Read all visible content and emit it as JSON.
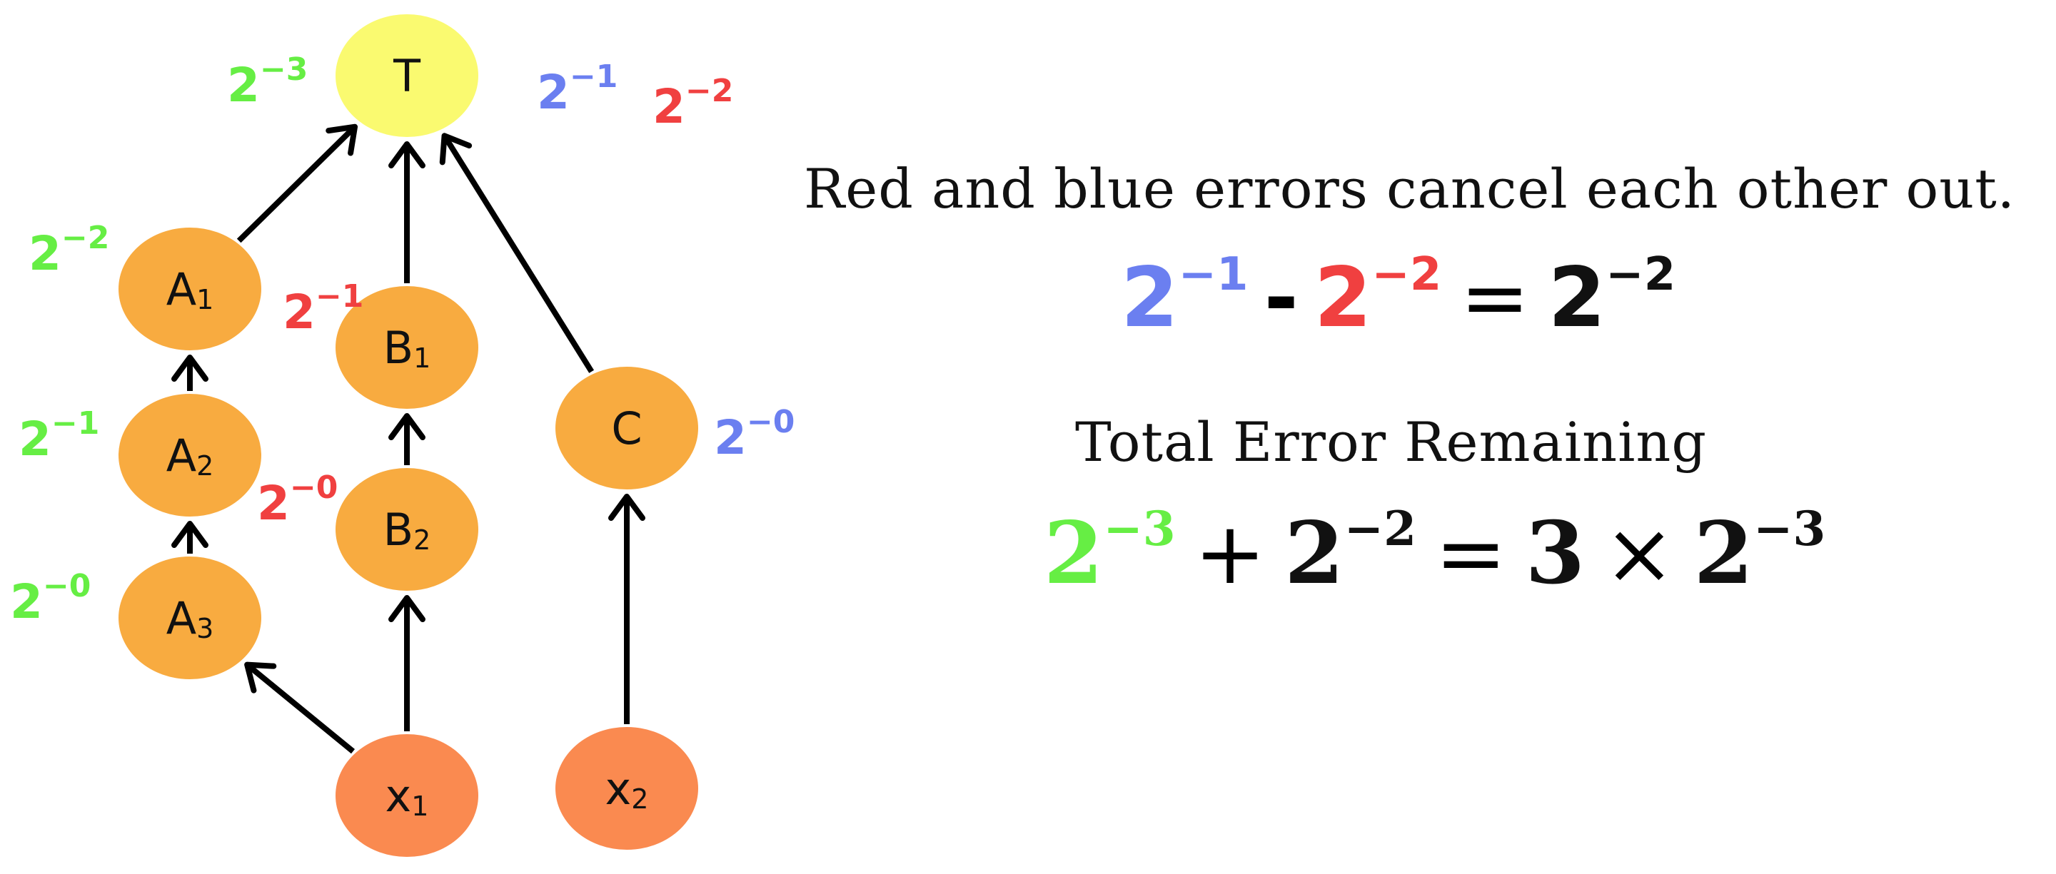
{
  "colors": {
    "green": "#66ee44",
    "red": "#f04040",
    "blue": "#6b7ff0",
    "target_fill": "#fafa70",
    "hidden_fill": "#f8ab40",
    "input_fill": "#fa8a50",
    "ink": "#111111"
  },
  "nodes": [
    {
      "id": "T",
      "label": "T",
      "sub": "",
      "kind": "target"
    },
    {
      "id": "A1",
      "label": "A",
      "sub": "1",
      "kind": "hidden"
    },
    {
      "id": "A2",
      "label": "A",
      "sub": "2",
      "kind": "hidden"
    },
    {
      "id": "A3",
      "label": "A",
      "sub": "3",
      "kind": "hidden"
    },
    {
      "id": "B1",
      "label": "B",
      "sub": "1",
      "kind": "hidden"
    },
    {
      "id": "B2",
      "label": "B",
      "sub": "2",
      "kind": "hidden"
    },
    {
      "id": "C",
      "label": "C",
      "sub": "",
      "kind": "hidden"
    },
    {
      "id": "x1",
      "label": "x",
      "sub": "1",
      "kind": "input"
    },
    {
      "id": "x2",
      "label": "x",
      "sub": "2",
      "kind": "input"
    }
  ],
  "edges": [
    {
      "from": "x1",
      "to": "A3"
    },
    {
      "from": "A3",
      "to": "A2"
    },
    {
      "from": "A2",
      "to": "A1"
    },
    {
      "from": "A1",
      "to": "T"
    },
    {
      "from": "x1",
      "to": "B2"
    },
    {
      "from": "B2",
      "to": "B1"
    },
    {
      "from": "B1",
      "to": "T"
    },
    {
      "from": "x2",
      "to": "C"
    },
    {
      "from": "C",
      "to": "T"
    }
  ],
  "error_labels": [
    {
      "id": "green-T",
      "base": "2",
      "exp": "−3",
      "color": "green"
    },
    {
      "id": "green-A1",
      "base": "2",
      "exp": "−2",
      "color": "green"
    },
    {
      "id": "green-A2",
      "base": "2",
      "exp": "−1",
      "color": "green"
    },
    {
      "id": "green-A3",
      "base": "2",
      "exp": "−0",
      "color": "green"
    },
    {
      "id": "red-B1",
      "base": "2",
      "exp": "−1",
      "color": "red"
    },
    {
      "id": "red-B2",
      "base": "2",
      "exp": "−0",
      "color": "red"
    },
    {
      "id": "blue-T",
      "base": "2",
      "exp": "−1",
      "color": "blue"
    },
    {
      "id": "red-T",
      "base": "2",
      "exp": "−2",
      "color": "red"
    },
    {
      "id": "blue-C",
      "base": "2",
      "exp": "−0",
      "color": "blue"
    }
  ],
  "statement": "Red  and blue errors cancel each other out.",
  "cancel_equation": {
    "t1_base": "2",
    "t1_exp": "−1",
    "op1": "-",
    "t2_base": "2",
    "t2_exp": "−2",
    "op2": "=",
    "t3_base": "2",
    "t3_exp": "−2"
  },
  "total_title": "Total Error Remaining",
  "total_equation": {
    "t1_base": "2",
    "t1_exp": "−3",
    "op1": "+",
    "t2_base": "2",
    "t2_exp": "−2",
    "op2": "=",
    "coef": "3",
    "op3": "×",
    "t3_base": "2",
    "t3_exp": "−3"
  }
}
